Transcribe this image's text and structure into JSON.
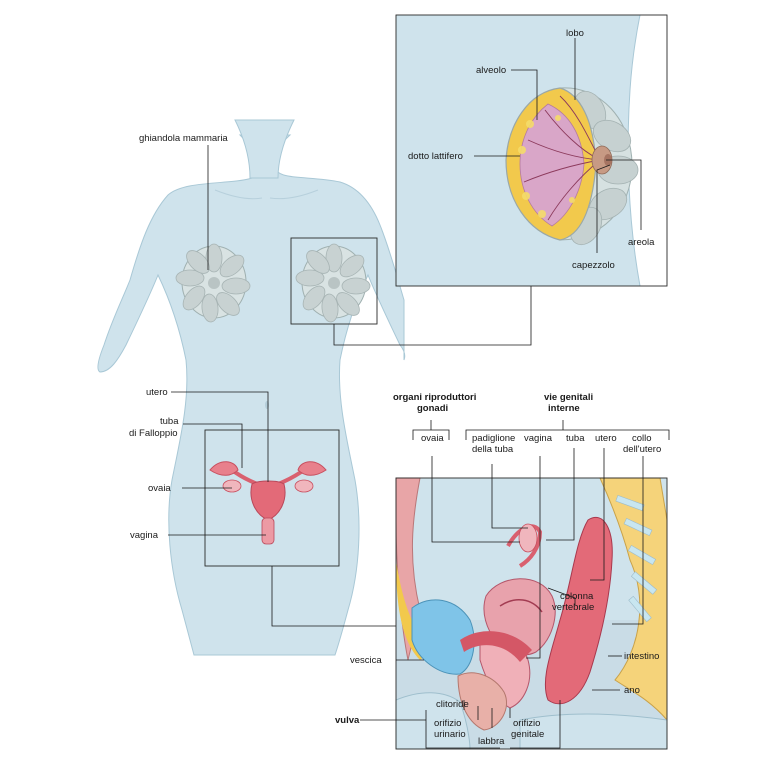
{
  "colors": {
    "skin": "#cfe3ec",
    "skin_edge": "#9fbfcd",
    "gland": "#c8d2d2",
    "organ": "#e36a78",
    "fat": "#f2c94c",
    "tissue": "#d9a6c8",
    "bladder": "#7fc4e8",
    "bone": "#f5d37a"
  },
  "labels": {
    "breast_gland": "ghiandola mammaria",
    "lobe": "lobo",
    "alveolus": "alveolo",
    "duct": "dotto lattifero",
    "areola": "areola",
    "nipple": "capezzolo",
    "uterus_body": "utero",
    "tube_line1": "tuba",
    "tube_line2": "di Falloppio",
    "ovary_body": "ovaia",
    "vagina_body": "vagina",
    "group_organs_l1": "organi riproduttori",
    "group_organs_l2": "gonadi",
    "group_internal_l1": "vie genitali",
    "group_internal_l2": "interne",
    "ovary_sec": "ovaia",
    "infundibulum_l1": "padiglione",
    "infundibulum_l2": "della tuba",
    "vagina_sec": "vagina",
    "tube_sec": "tuba",
    "uterus_sec": "utero",
    "cervix_l1": "collo",
    "cervix_l2": "dell'utero",
    "spine_l1": "colonna",
    "spine_l2": "vertebrale",
    "bladder": "vescica",
    "intestine": "intestino",
    "anus": "ano",
    "vulva": "vulva",
    "clitoris": "clitoride",
    "urethra_l1": "orifizio",
    "urethra_l2": "urinario",
    "labia": "labbra",
    "genital_l1": "orifizio",
    "genital_l2": "genitale"
  }
}
